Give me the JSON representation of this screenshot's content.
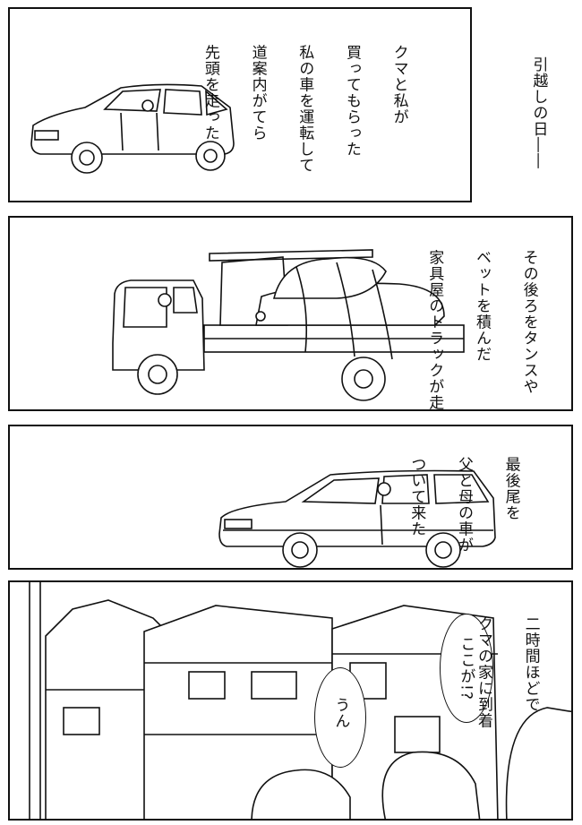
{
  "panel1": {
    "caption_main": [
      "引越しの日――"
    ],
    "caption_story": [
      "クマと私が",
      "買ってもらった",
      "私の車を運転して",
      "道案内がてら",
      "先頭を走った"
    ]
  },
  "panel2": {
    "caption": [
      "その後ろをタンスや",
      "ベットを積んだ",
      "家具屋のトラックが走り"
    ]
  },
  "panel3": {
    "caption": [
      "最後尾を",
      "父と母の車が",
      "ついて来た"
    ]
  },
  "panel4": {
    "caption": [
      "二時間ほどで",
      "クマの家に到着"
    ],
    "speech_1": "ここが!?",
    "speech_2": "うん"
  }
}
